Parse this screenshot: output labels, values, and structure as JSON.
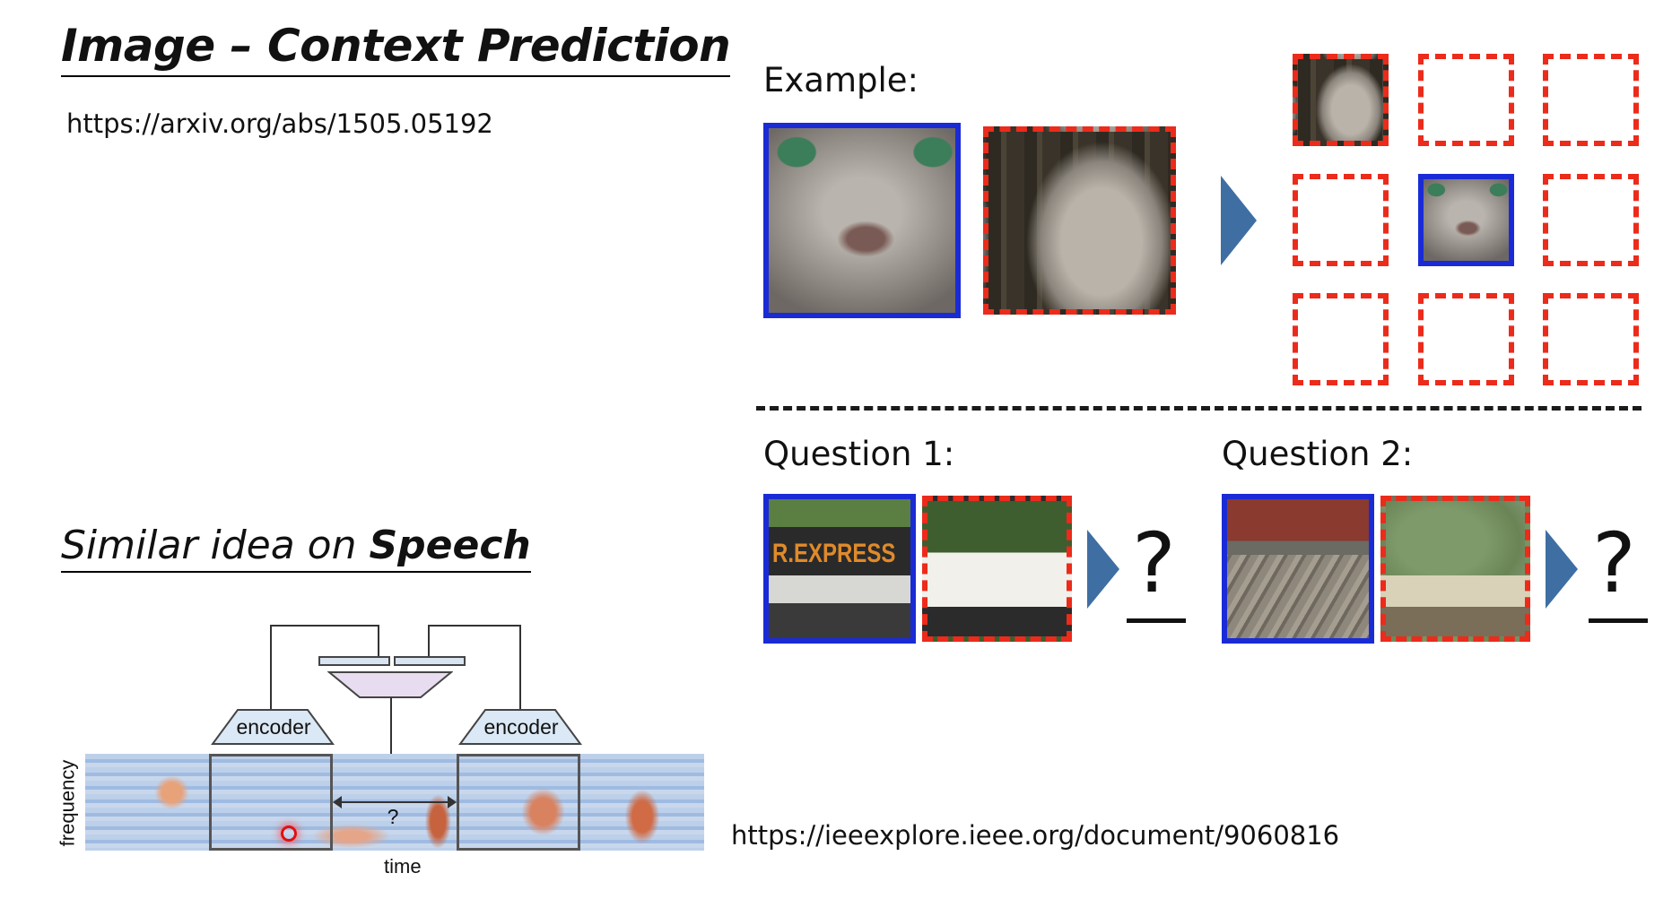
{
  "slide": {
    "title": "Image – Context Prediction",
    "ref_url_1": "https://arxiv.org/abs/1505.05192",
    "subtitle_plain": "Similar idea on ",
    "subtitle_bold": "Speech",
    "ref_url_2": "https://ieeexplore.ieee.org/document/9060816"
  },
  "figure_image": {
    "example_label": "Example:",
    "question1_label": "Question 1:",
    "question2_label": "Question 2:",
    "question_mark": "?",
    "patch_colors": {
      "center": "#1a2bd6",
      "context": "#ec2b1b",
      "arrow": "#3f6ea3"
    },
    "example_patches": [
      "cat-face",
      "cat-ear"
    ],
    "question1_patches": [
      "bus-sign",
      "bus-side"
    ],
    "question2_patches": [
      "train-bottom",
      "train-top"
    ],
    "bus_sign_text": "R.EXPRESS"
  },
  "figure_speech": {
    "encoder_left": "encoder",
    "encoder_right": "encoder",
    "question": "?",
    "x_label": "time",
    "y_label": "frequency"
  }
}
